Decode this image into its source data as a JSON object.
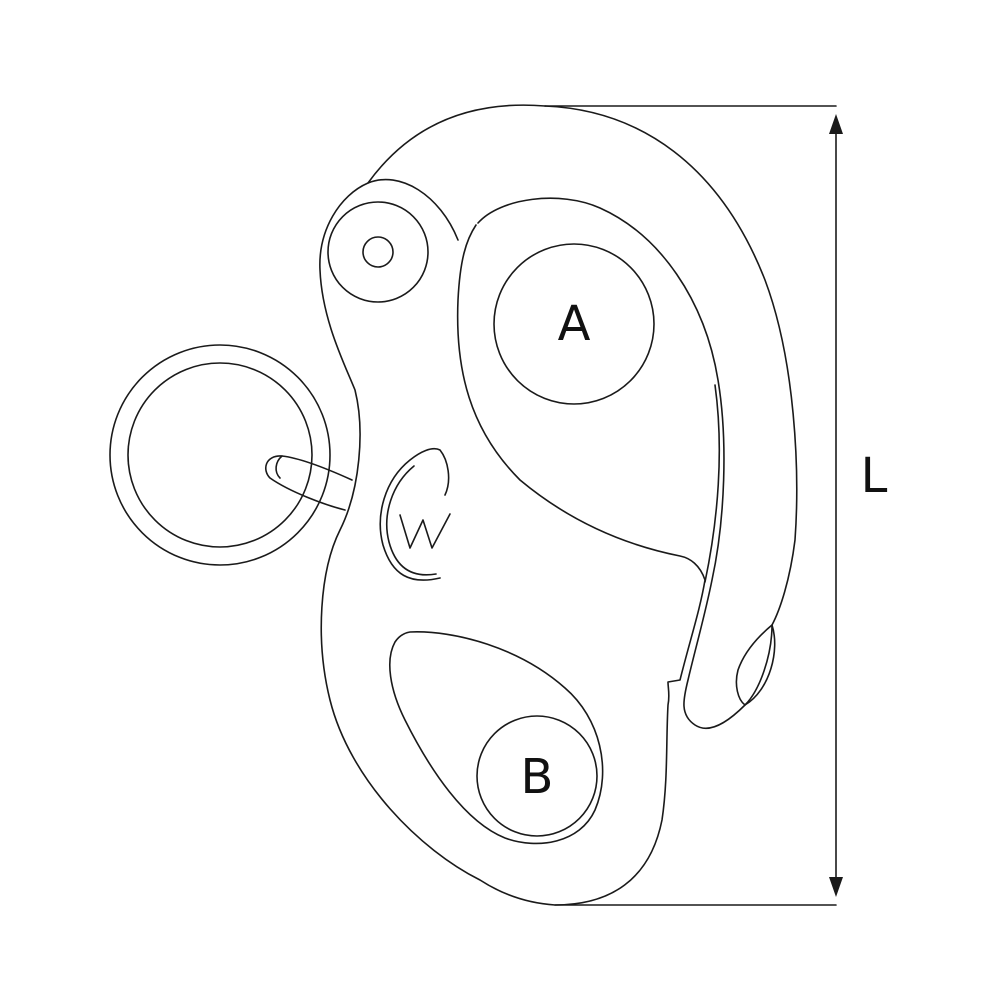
{
  "diagram": {
    "labels": {
      "upper_hole": "A",
      "lower_hole": "B",
      "length": "L"
    },
    "line_color": "#1a1a1a",
    "background": "#ffffff",
    "logo_text": "W"
  }
}
